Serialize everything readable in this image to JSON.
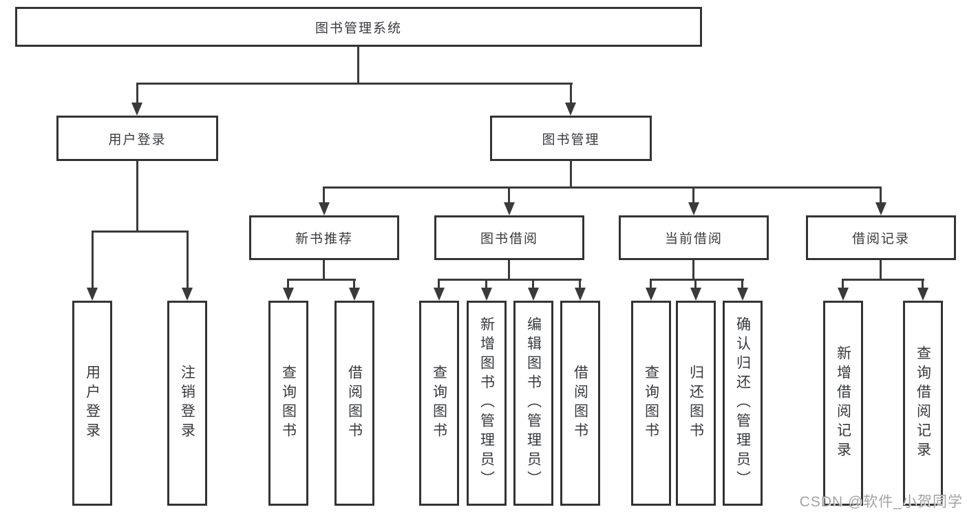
{
  "diagram": {
    "root": {
      "label": "图书管理系统"
    },
    "branches": [
      {
        "label": "用户登录",
        "children": [
          {
            "label": "用户登录"
          },
          {
            "label": "注销登录"
          }
        ]
      },
      {
        "label": "图书管理",
        "children": [
          {
            "label": "新书推荐",
            "children": [
              {
                "label": "查询图书"
              },
              {
                "label": "借阅图书"
              }
            ]
          },
          {
            "label": "图书借阅",
            "children": [
              {
                "label": "查询图书"
              },
              {
                "label": "新增图书（管理员）"
              },
              {
                "label": "编辑图书（管理员）"
              },
              {
                "label": "借阅图书"
              }
            ]
          },
          {
            "label": "当前借阅",
            "children": [
              {
                "label": "查询图书"
              },
              {
                "label": "归还图书"
              },
              {
                "label": "确认归还（管理员）"
              }
            ]
          },
          {
            "label": "借阅记录",
            "children": [
              {
                "label": "新增借阅记录"
              },
              {
                "label": "查询借阅记录"
              }
            ]
          }
        ]
      }
    ]
  },
  "colors": {
    "line": "#3a3a3a",
    "box_border": "#333333",
    "text": "#37393d",
    "watermark": "#9e9e9e"
  },
  "watermark": {
    "text": "CSDN @软件_小贺同学"
  }
}
